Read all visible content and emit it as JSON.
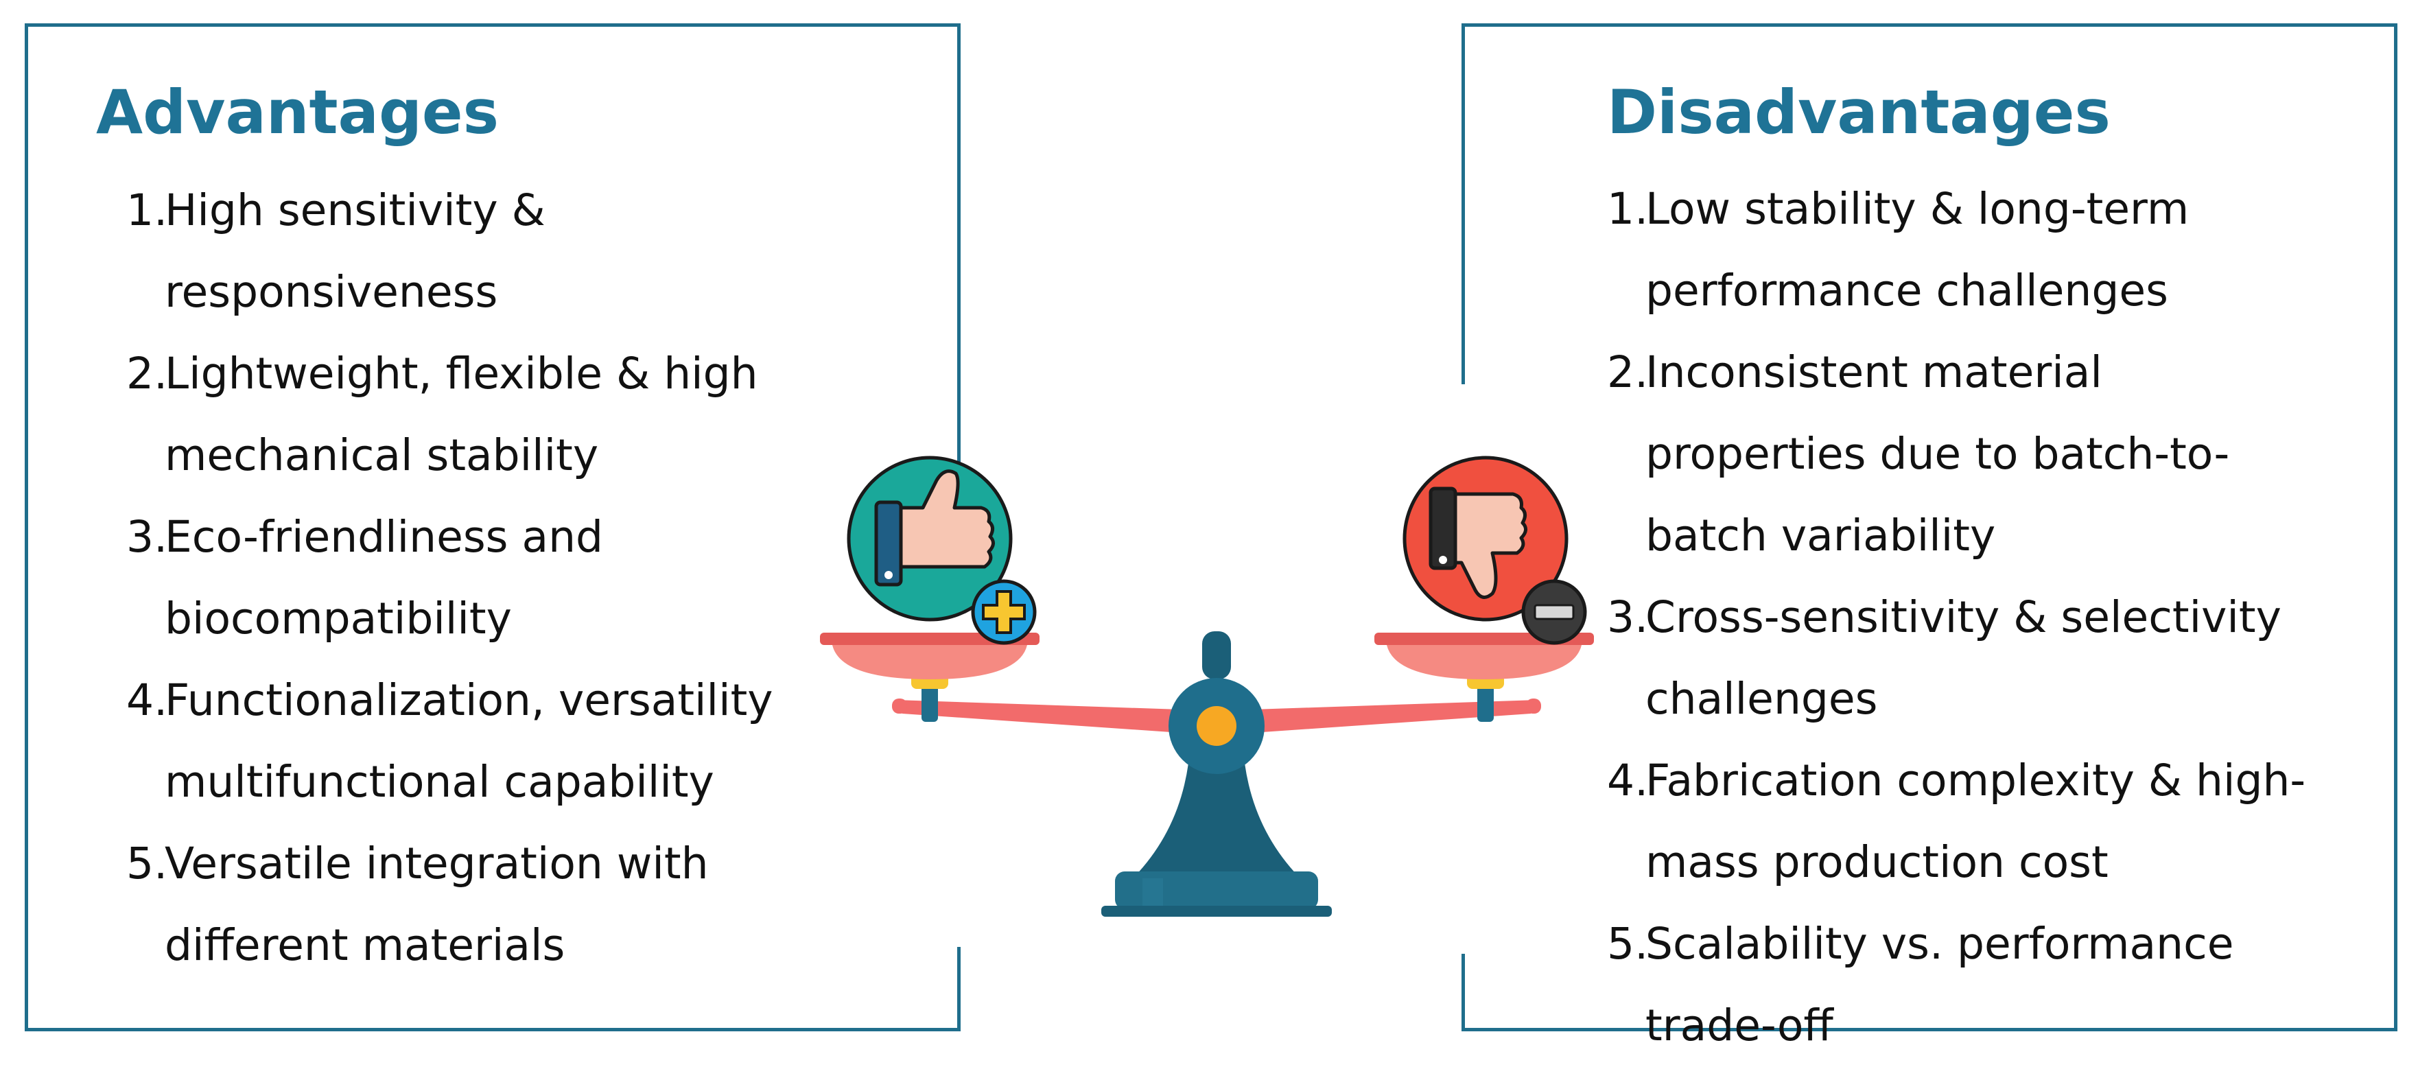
{
  "advantages": {
    "title": "Advantages",
    "items": [
      {
        "num": "1.",
        "lines": [
          "High sensitivity &",
          "responsiveness"
        ]
      },
      {
        "num": "2.",
        "lines": [
          "Lightweight, flexible & high",
          "mechanical stability"
        ]
      },
      {
        "num": "3.",
        "lines": [
          "Eco-friendliness and",
          "biocompatibility"
        ]
      },
      {
        "num": "4.",
        "lines": [
          "Functionalization, versatility",
          "multifunctional capability"
        ]
      },
      {
        "num": "5.",
        "lines": [
          "Versatile integration with",
          "different materials"
        ]
      }
    ]
  },
  "disadvantages": {
    "title": "Disadvantages",
    "items": [
      {
        "num": "1.",
        "lines": [
          "Low stability & long-term",
          "performance  challenges"
        ]
      },
      {
        "num": "2.",
        "lines": [
          "Inconsistent material",
          "properties  due to batch-to-",
          "batch variability"
        ]
      },
      {
        "num": "3.",
        "lines": [
          "Cross-sensitivity & selectivity",
          "challenges"
        ]
      },
      {
        "num": "4.",
        "lines": [
          "Fabrication complexity & high-",
          "mass production cost"
        ]
      },
      {
        "num": "5.",
        "lines": [
          " Scalability vs. performance",
          "trade-off"
        ]
      }
    ]
  },
  "colors": {
    "panel_border": "#1f6e8c",
    "title": "#1f7396",
    "beam": "#f26b6b",
    "pan": "#e45a57",
    "stand": "#1b5f78",
    "pivot": "#f7a823",
    "thumbs_up_bg": "#1aa89a",
    "thumbs_down_bg": "#f0503f",
    "plus_badge": "#f7c630",
    "minus_badge": "#3a3a3a"
  },
  "icons": {
    "left": "thumbs-up-icon",
    "right": "thumbs-down-icon",
    "plus": "plus-icon",
    "minus": "minus-icon",
    "scale": "balance-scale-icon"
  }
}
